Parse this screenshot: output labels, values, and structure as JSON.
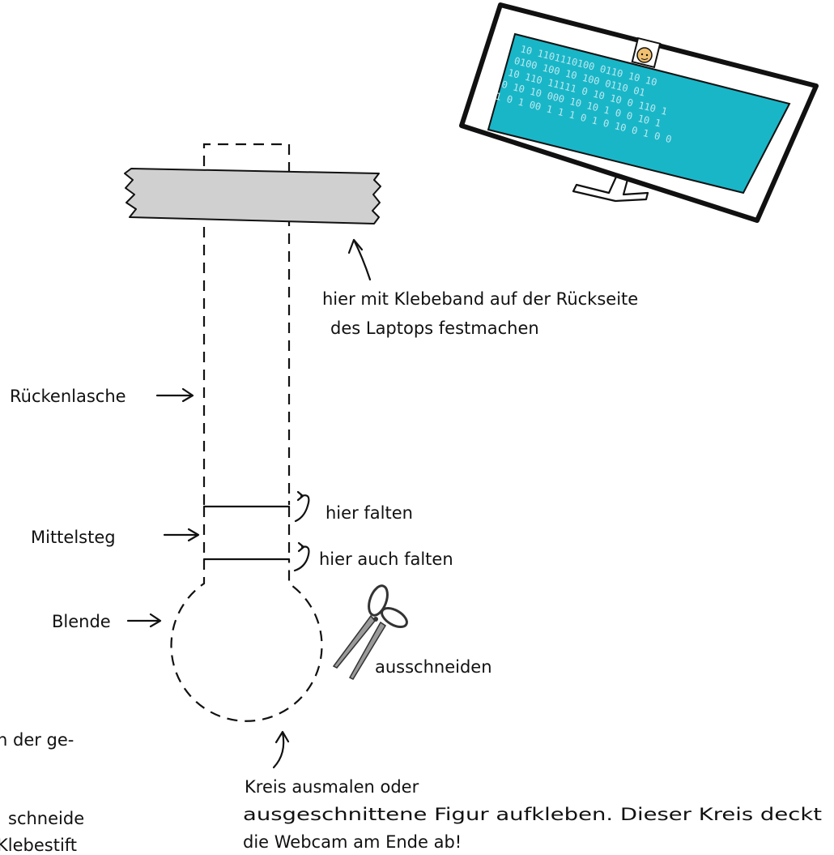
{
  "labels": {
    "tape_note_line1": "hier mit Klebeband auf der Rückseite",
    "tape_note_line2": "des Laptops festmachen",
    "back_tab": "Rückenlasche",
    "fold_here": "hier falten",
    "middle_bar": "Mittelsteg",
    "fold_here_too": "hier auch falten",
    "shutter": "Blende",
    "cut_out": "ausschneiden",
    "circle_note_line1": "Kreis ausmalen oder",
    "circle_note_line2": "ausgeschnittene Figur aufkleben. Dieser Kreis deckt",
    "circle_note_line3": "die Webcam am Ende ab!",
    "left_partial_line1": "n der ge-",
    "left_partial_line2": "schneide",
    "left_partial_line3": "Klebestift"
  },
  "monitor": {
    "screen_color": "#19b6c8",
    "binary_color": "#bde9ee",
    "binary_rows": [
      "10 1101110100 0110 10 10",
      "0100 100 10 100 0110 01",
      "10 110 11111 0 10 10 0 110 1",
      "0 10 10 000 10 10 1 0 0 10 1",
      "1 0 1 00 1 1 1 0 1 0 10 0 1 0 0"
    ]
  },
  "icons": {
    "tape": "masking-tape-icon",
    "scissors": "scissors-icon",
    "monitor": "monitor-icon",
    "webcam": "webcam-cover-icon"
  },
  "colors": {
    "ink": "#111111",
    "tape": "#d0d0d0",
    "monitor_frame": "#ffffff"
  }
}
